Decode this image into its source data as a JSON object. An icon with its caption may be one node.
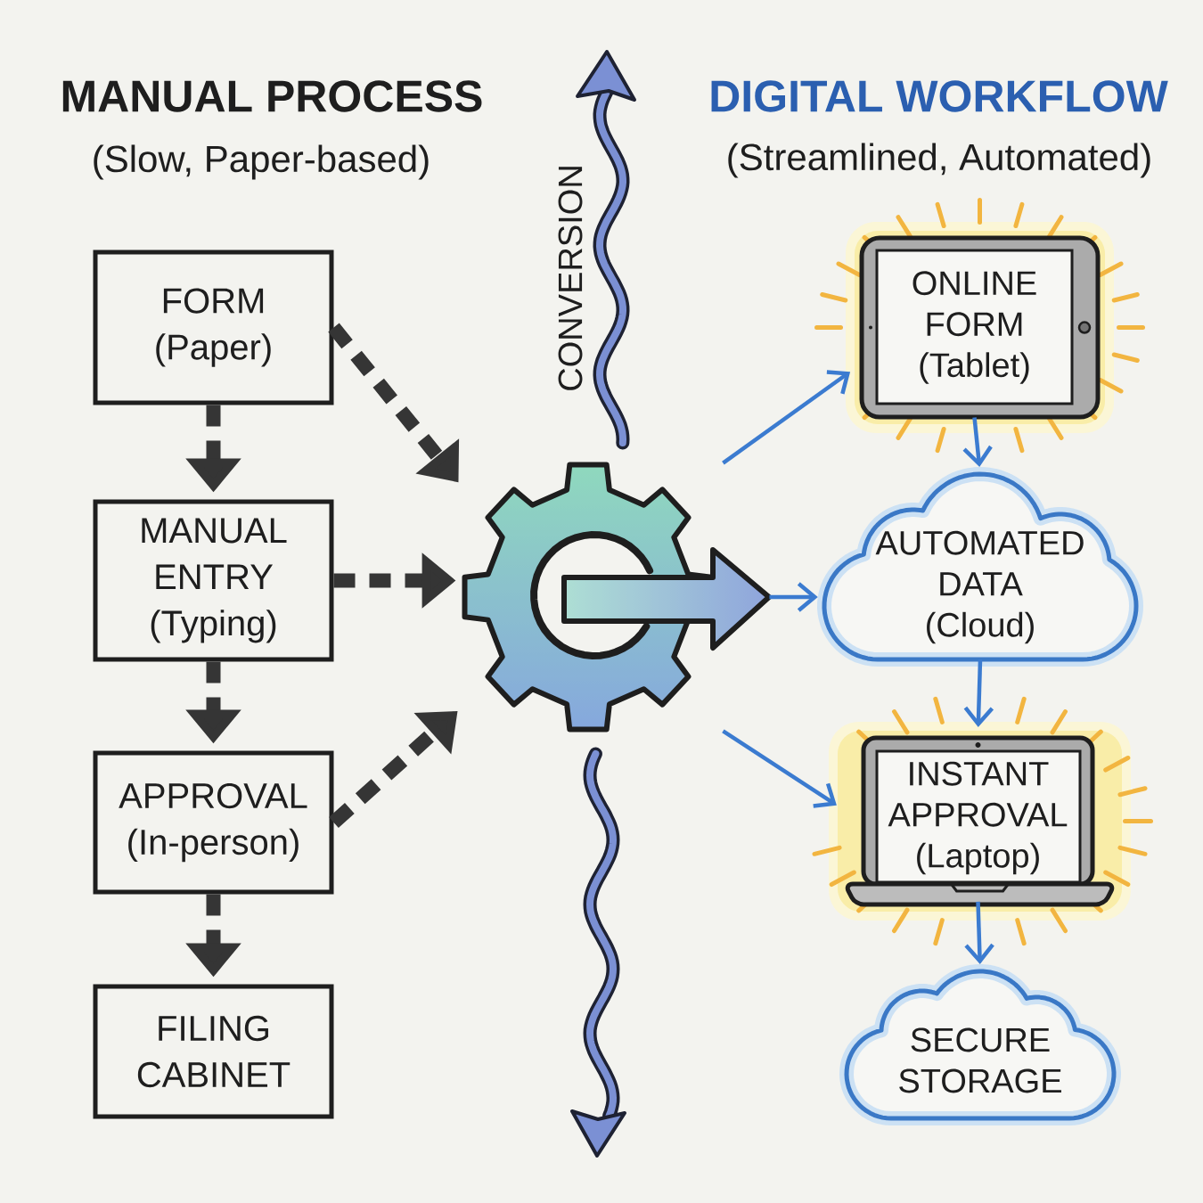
{
  "diagram": {
    "nodes": [
      {
        "text": [
          "FORM",
          "(Paper)"
        ]
      },
      {
        "text": [
          "MANUAL ENTRY",
          "(Typing)"
        ]
      },
      {
        "text": [
          "APPROVAL",
          "(In-person)"
        ]
      },
      {
        "text": [
          "FILING CABINET"
        ]
      },
      {
        "text": [],
        "shape": "gear"
      },
      {
        "text": [
          "ONLINE FORM",
          "(Tablet)"
        ]
      },
      {
        "text": [
          "AUTOMATED DATA",
          "(Cloud)"
        ]
      },
      {
        "text": [
          "INSTANT APPROVAL",
          "(Laptop)"
        ]
      },
      {
        "text": [
          "SECURE STORAGE"
        ]
      }
    ],
    "edges": [
      {
        "from": 0,
        "to": 1,
        "arrow": "to",
        "style": "dashed"
      },
      {
        "from": 1,
        "to": 2,
        "arrow": "to",
        "style": "dashed"
      },
      {
        "from": 2,
        "to": 3,
        "arrow": "to",
        "style": "dashed"
      },
      {
        "from": 0,
        "to": 4,
        "arrow": "to",
        "style": "dashed"
      },
      {
        "from": 1,
        "to": 4,
        "arrow": "to",
        "style": "dashed"
      },
      {
        "from": 2,
        "to": 4,
        "arrow": "to",
        "style": "dashed"
      },
      {
        "from": 4,
        "to": 5,
        "arrow": "to",
        "color": "#3b7bd0"
      },
      {
        "from": 4,
        "to": 6,
        "arrow": "to",
        "color": "#3b7bd0"
      },
      {
        "from": 4,
        "to": 7,
        "arrow": "to",
        "color": "#3b7bd0"
      },
      {
        "from": 5,
        "to": 6,
        "arrow": "to",
        "color": "#3b7bd0"
      },
      {
        "from": 6,
        "to": 7,
        "arrow": "to",
        "color": "#3b7bd0"
      },
      {
        "from": 7,
        "to": 8,
        "arrow": "to",
        "color": "#3b7bd0"
      }
    ],
    "labels": [
      "MANUAL PROCESS",
      "(Slow, Paper-based)",
      "CONVERSION",
      "DIGITAL WORKFLOW",
      "(Streamlined, Automated)"
    ]
  }
}
